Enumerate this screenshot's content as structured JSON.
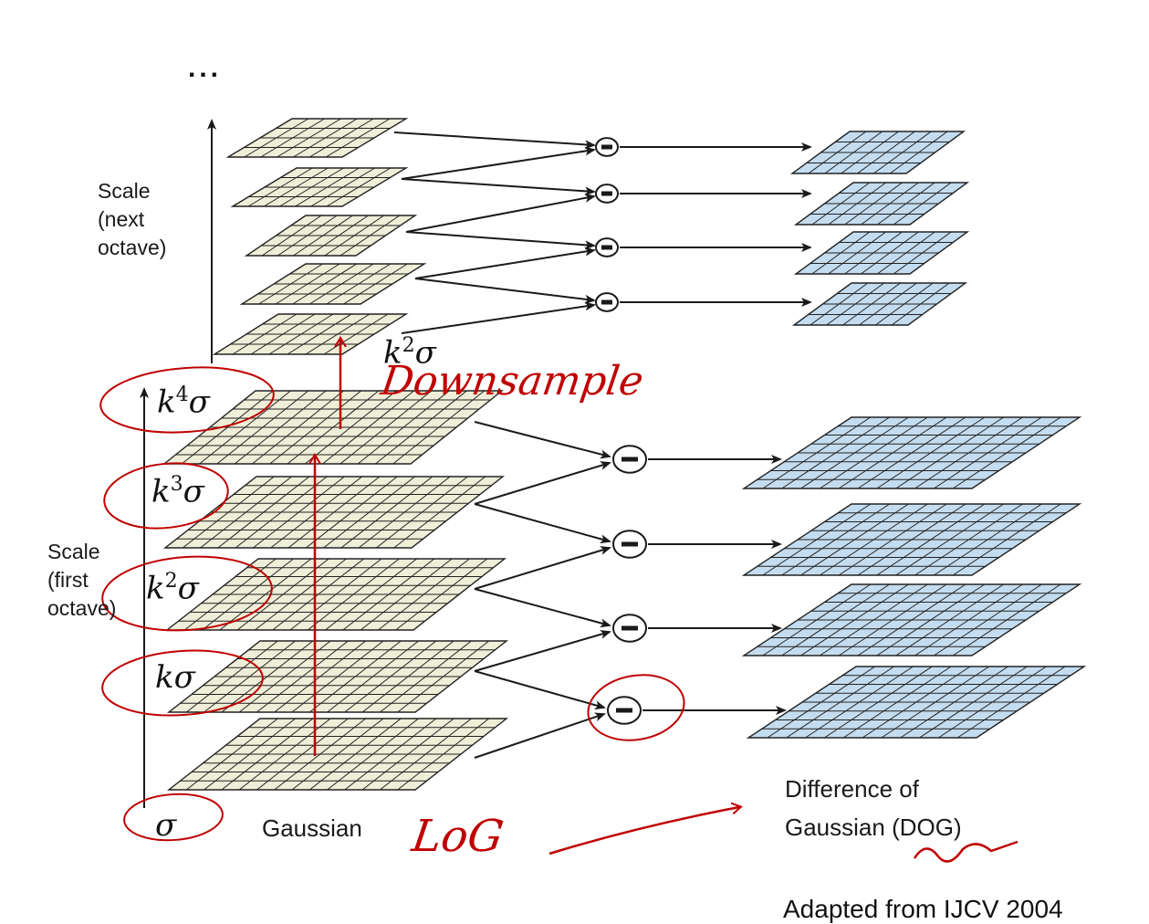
{
  "diagram": {
    "ellipsis": "...",
    "scale_next_octave": "Scale\n(next\noctave)",
    "scale_first_octave": "Scale\n(first\noctave)",
    "gaussian_label": "Gaussian",
    "dog_label": "Difference of\nGaussian (DOG)",
    "minus_symbol": "−",
    "sigma_labels": {
      "k4": {
        "base": "k",
        "exp": "4",
        "tail": "σ"
      },
      "k3": {
        "base": "k",
        "exp": "3",
        "tail": "σ"
      },
      "k2": {
        "base": "k",
        "exp": "2",
        "tail": "σ"
      },
      "k1": {
        "base": "kσ",
        "exp": "",
        "tail": ""
      },
      "sigma": {
        "base": "σ",
        "exp": "",
        "tail": ""
      },
      "k2_top": {
        "base": "k",
        "exp": "2",
        "tail": "σ"
      }
    },
    "annotations": {
      "downsample": "Downsample",
      "log": "LoG"
    },
    "credit": "Adapted from IJCV 2004"
  },
  "colors": {
    "gaussian_fill": "#efeed8",
    "dog_fill": "#c4dcef",
    "grid_line": "#222222",
    "annotation_red": "#c00000",
    "arrow": "#1a1a1a"
  }
}
